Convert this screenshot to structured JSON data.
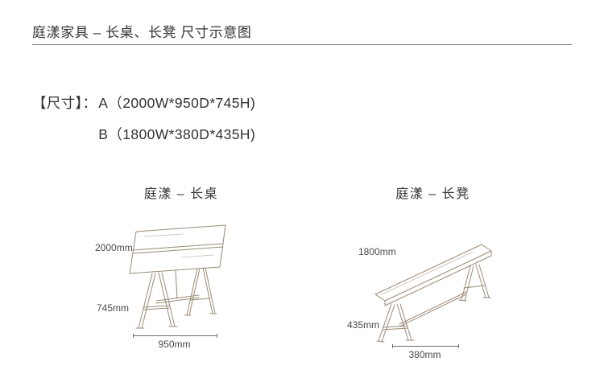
{
  "page": {
    "title": "庭漾家具 – 长桌、长凳 尺寸示意图"
  },
  "specs": {
    "label": "【尺寸】：",
    "items": [
      {
        "text": "A（2000W*950D*745H)"
      },
      {
        "text": "B（1800W*380D*435H)"
      }
    ]
  },
  "figures": {
    "table": {
      "title": "庭漾 – 长桌",
      "length": "2000mm",
      "height": "745mm",
      "depth": "950mm"
    },
    "bench": {
      "title": "庭漾 – 长凳",
      "length": "1800mm",
      "height": "435mm",
      "depth": "380mm"
    }
  },
  "colors": {
    "text": "#333333",
    "dimension_text": "#4a4a4a",
    "line_art": "#9a8a78",
    "rule": "#7f7f7f"
  }
}
